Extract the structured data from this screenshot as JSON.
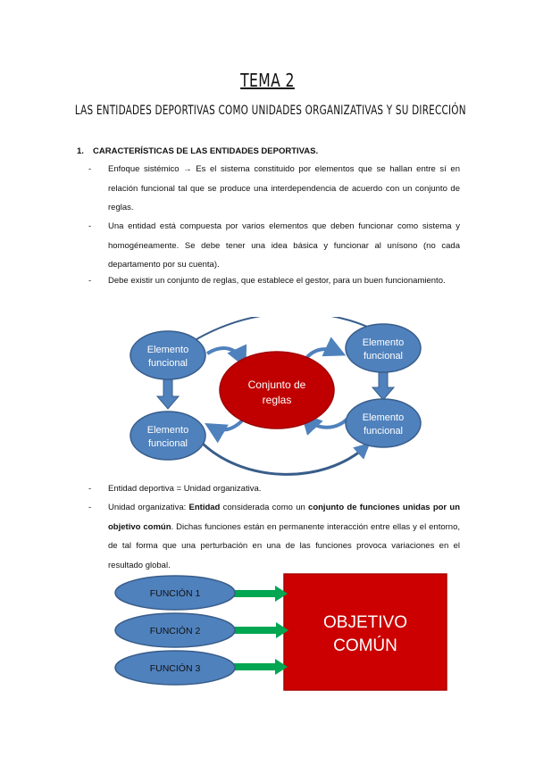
{
  "header": {
    "title": "TEMA 2",
    "subtitle": "LAS ENTIDADES DEPORTIVAS COMO UNIDADES ORGANIZATIVAS Y SU DIRECCIÓN"
  },
  "section": {
    "number": "1.",
    "heading": "CARACTERÍSTICAS DE LAS ENTIDADES DEPORTIVAS."
  },
  "bullets_top": [
    "Enfoque sistémico → Es el sistema constituido por elementos que se hallan entre sí en relación funcional tal que se produce una interdependencia de acuerdo con un conjunto de reglas.",
    "Una entidad está compuesta por varios elementos que deben funcionar como sistema y homogéneamente. Se debe tener una idea básica y funcionar al unísono (no cada departamento por su cuenta).",
    "Debe existir un conjunto de reglas, que establece el gestor, para un buen funcionamiento."
  ],
  "diagram1": {
    "center": [
      "Conjunto de",
      "reglas"
    ],
    "el_tl": [
      "Elemento",
      "funcional"
    ],
    "el_tr": [
      "Elemento",
      "funcional"
    ],
    "el_bl": [
      "Elemento",
      "funcional"
    ],
    "el_br": [
      "Elemento",
      "funcional"
    ]
  },
  "bullets_bottom": {
    "b1": "Entidad deportiva = Unidad organizativa.",
    "b2_p1": "Unidad organizativa: ",
    "b2_p2": "Entidad",
    "b2_p3": " considerada como un ",
    "b2_p4": "conjunto de funciones unidas por un objetivo común",
    "b2_p5": ". Dichas funciones están en permanente interacción entre ellas y el entorno, de tal forma que una perturbación en una de las funciones provoca variaciones en el resultado global."
  },
  "diagram2": {
    "f1": "FUNCIÓN 1",
    "f2": "FUNCIÓN 2",
    "f3": "FUNCIÓN 3",
    "objective": [
      "OBJETIVO",
      "COMÚN"
    ]
  },
  "colors": {
    "ellipse_blue": "#4f81bd",
    "center_red": "#c00000",
    "objective_red": "#cc0000",
    "arrow_green": "#00a651"
  }
}
